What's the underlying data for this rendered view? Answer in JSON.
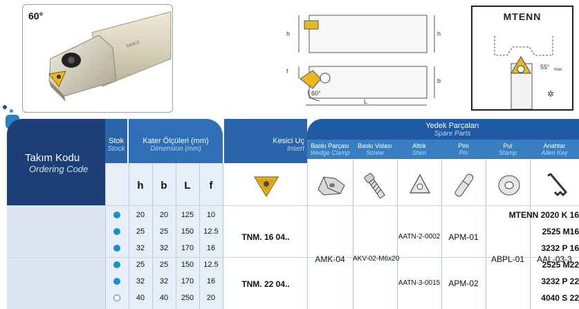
{
  "photo": {
    "angle": "60°"
  },
  "diagram": {
    "h": "h",
    "f": "f",
    "b": "b",
    "L": "L",
    "angle": "60°"
  },
  "insert_profile": {
    "title": "MTENN",
    "angle": "55°",
    "angle_suffix": "max"
  },
  "table": {
    "title": "Takım Kodu",
    "title_en": "Ordering Code",
    "stock": {
      "label": "Stok",
      "label_en": "Stock"
    },
    "dimensions": {
      "label": "Kater Ölçüleri (mm)",
      "label_en": "Dimension (mm)",
      "cols": [
        "h",
        "b",
        "L",
        "f"
      ]
    },
    "insert": {
      "label": "Kesici Uç",
      "label_en": "Insert"
    },
    "spare": {
      "label": "Yedek Parçaları",
      "label_en": "Spare Parts"
    },
    "parts": [
      {
        "label": "Baskı Parçası",
        "label_en": "Wedge Clamp",
        "icon": "wedge-clamp-icon"
      },
      {
        "label": "Baskı Vidası",
        "label_en": "Screw",
        "icon": "screw-icon"
      },
      {
        "label": "Altlık",
        "label_en": "Shim",
        "icon": "shim-icon"
      },
      {
        "label": "Pim",
        "label_en": "Pin",
        "icon": "pin-icon"
      },
      {
        "label": "Pul",
        "label_en": "Stamp",
        "icon": "washer-icon"
      },
      {
        "label": "Anahtar",
        "label_en": "Allen Key",
        "icon": "allen-key-icon"
      }
    ],
    "rows": [
      {
        "code": "MTENN 2020 K 16",
        "stock": "filled",
        "h": "20",
        "b": "20",
        "L": "125",
        "f": "10"
      },
      {
        "code": "2525 M16",
        "stock": "filled",
        "h": "25",
        "b": "25",
        "L": "150",
        "f": "12.5"
      },
      {
        "code": "3232 P 16",
        "stock": "filled",
        "h": "32",
        "b": "32",
        "L": "170",
        "f": "16"
      },
      {
        "code": "2525 M22",
        "stock": "filled",
        "h": "25",
        "b": "25",
        "L": "150",
        "f": "12.5"
      },
      {
        "code": "3232 P 22",
        "stock": "filled",
        "h": "32",
        "b": "32",
        "L": "170",
        "f": "16"
      },
      {
        "code": "4040 S 22",
        "stock": "empty",
        "h": "40",
        "b": "40",
        "L": "250",
        "f": "20"
      }
    ],
    "inserts": [
      "TNM. 16 04..",
      "TNM. 22 04.."
    ],
    "clamp": "AMK-04",
    "screw": "AKV-02-M6x20",
    "shims": [
      "AATN-2-0002",
      "AATN-3-0015"
    ],
    "pins": [
      "APM-01",
      "APM-02"
    ],
    "washer": "ABPL-01",
    "key": "AAL-03-3",
    "stock_colors": {
      "filled": "#1b8ec9"
    }
  }
}
